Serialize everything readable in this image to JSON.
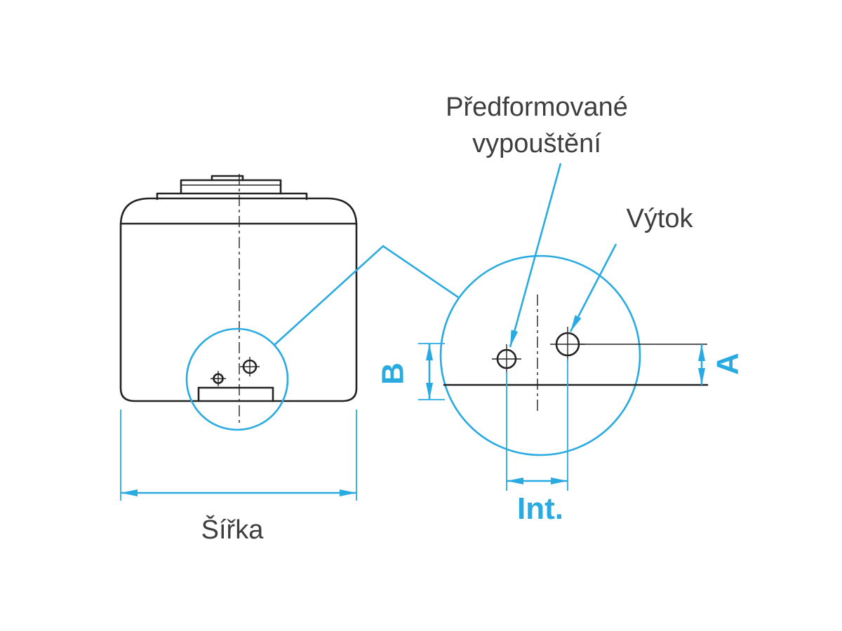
{
  "colors": {
    "accent": "#29abe2",
    "line": "#232323",
    "text": "#3e3e3e"
  },
  "labels": {
    "preformed_drain": {
      "line1": "Předformované",
      "line2": "vypouštění"
    },
    "outlet": "Výtok",
    "width": "Šířka"
  },
  "dimensions": {
    "b": "B",
    "a": "A",
    "int": "Int."
  }
}
